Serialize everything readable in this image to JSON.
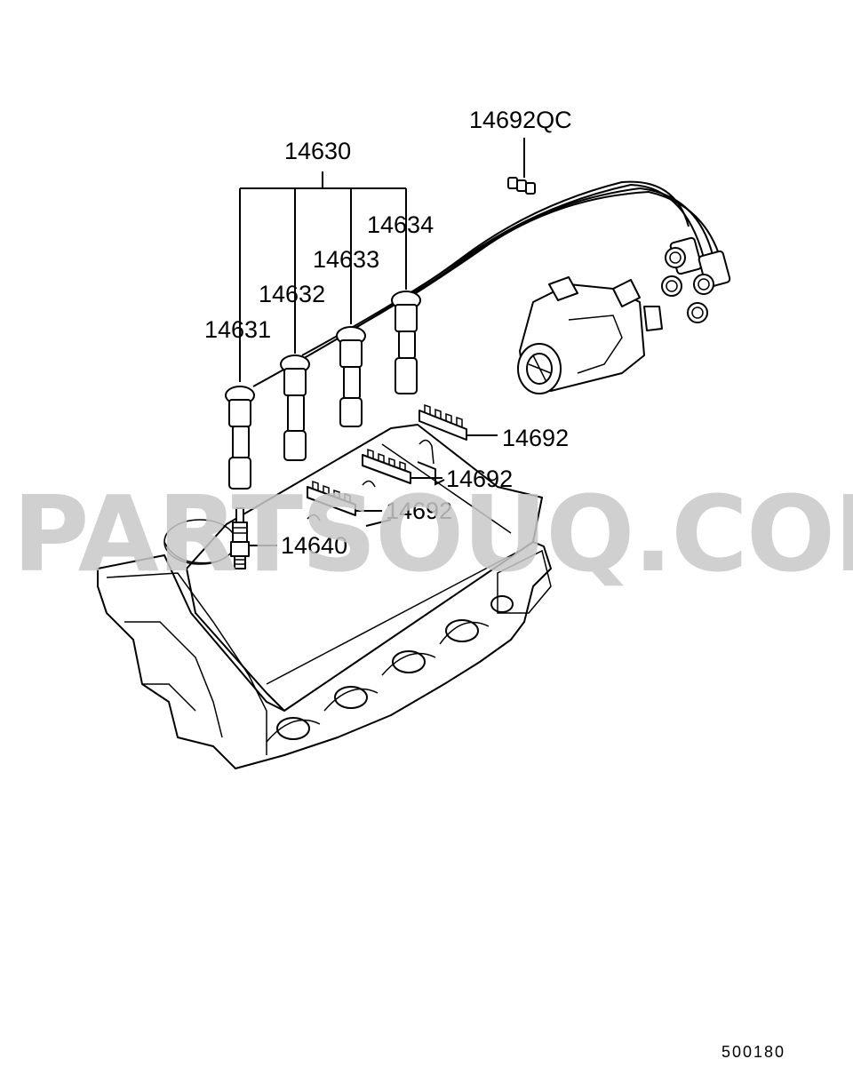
{
  "diagram": {
    "callouts": {
      "main_harness": "14630",
      "cable_1": "14631",
      "cable_2": "14632",
      "cable_3": "14633",
      "cable_4": "14634",
      "clip_small": "14692QC",
      "clamp_a": "14692",
      "clamp_b": "14692",
      "clamp_c": "14692",
      "spark_plug": "14640"
    },
    "watermark": "PARTSOUQ.COM",
    "reference_code": "500180"
  }
}
